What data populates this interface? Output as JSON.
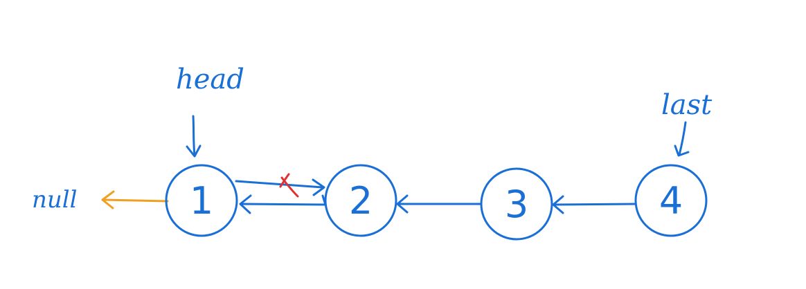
{
  "diagram": {
    "pointers": {
      "head": "head",
      "last": "last"
    },
    "null_label": "null",
    "nodes": [
      "1",
      "2",
      "3",
      "4"
    ],
    "colors": {
      "ink": "#1a6fd6",
      "null_arrow": "#f0a020",
      "cross": "#e03030"
    }
  }
}
